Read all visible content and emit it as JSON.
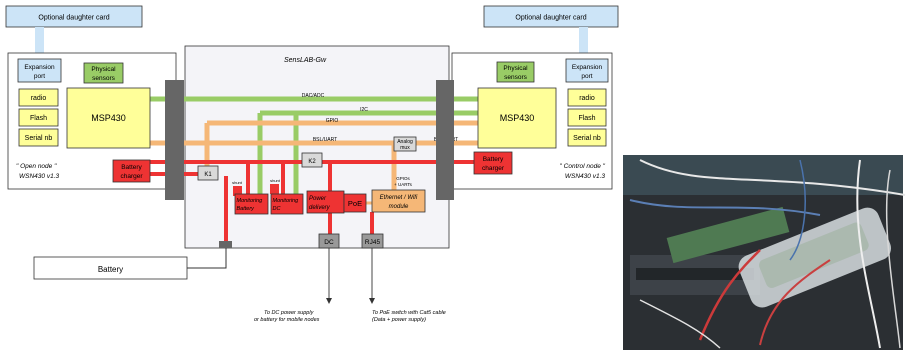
{
  "daughter_card_left": "Optional daughter card",
  "daughter_card_right": "Optional daughter card",
  "expansion_port": [
    "Expansion",
    "port"
  ],
  "physical_sensors": [
    "Physical",
    "sensors"
  ],
  "radio": "radio",
  "flash": "Flash",
  "serial_nb": "Serial nb",
  "msp430": "MSP430",
  "battery_charger": [
    "Battery",
    "charger"
  ],
  "open_node": [
    "\" Open node \"",
    "WSN430 v1.3"
  ],
  "control_node": [
    "\" Control node \"",
    "WSN430 v1.3"
  ],
  "gateway_title": "SensLAB-Gw",
  "bus_labels": {
    "dac_adc": "DAC/ADC",
    "i2c": "I2C",
    "gpio": "GPIO",
    "bsl_uart_left": "BSL/UART",
    "bsl_uart_right": "BSL/UART"
  },
  "analog_mux": [
    "Analog",
    "mux"
  ],
  "relay_k1": "K1",
  "relay_k2": "K2",
  "shunt_left": "shunt",
  "shunt_right": "shunt",
  "gpios_uarts": [
    "GPIOs",
    "+ UARTs"
  ],
  "monitoring_battery": [
    "Monitoring",
    "Battery"
  ],
  "monitoring_dc": [
    "Monitoring",
    "DC"
  ],
  "power_delivery": [
    "Power",
    "delivery"
  ],
  "poe": "PoE",
  "ethernet_wifi": [
    "Ethernet / Wifi",
    "module"
  ],
  "dc_port": "DC",
  "rj45_port": "RJ45",
  "battery": "Battery",
  "dc_note": [
    "To DC power supply",
    "or battery for mobile nodes"
  ],
  "poe_note": [
    "To PoE switch with Cat5 cable",
    "(Data + power supply)"
  ],
  "colors": {
    "yellow": "#ffff99",
    "green": "#99cc66",
    "red": "#ee3333",
    "orange": "#f5b777",
    "blue": "#cce4f7",
    "gray": "#666666"
  }
}
